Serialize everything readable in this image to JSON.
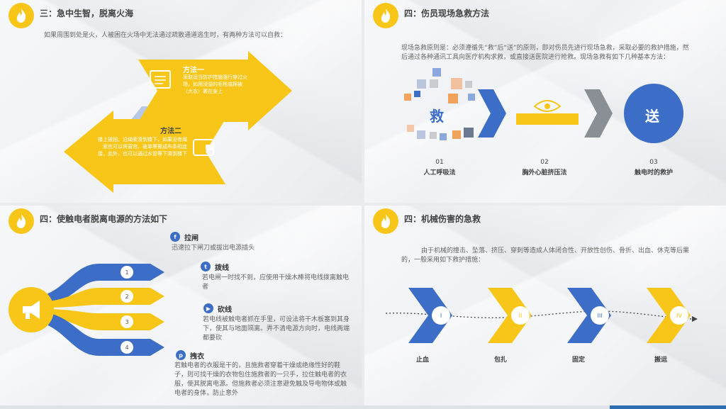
{
  "colors": {
    "yellow": "#f7c619",
    "blue": "#3c6ec7",
    "gray": "#8a8f96"
  },
  "slide1": {
    "title": "三：急中生智，脱离火海",
    "intro": "如果周围到处是火，人被困在火场中无法通过疏散通道逃生时，有两种方法可以自救：",
    "method1": {
      "title": "方法一",
      "text": "采取适当防护措施强行穿过火场，如用浸湿的毛毯或棉被（大衣）裹在身上"
    },
    "method2": {
      "title": "方法二",
      "text": "楼上被困，沿绳索滑到楼下，如果没有绳索也可以将窗帘、被单等撕成布条相连接，此外，也可以通过水管等下滑到楼下"
    }
  },
  "slide2": {
    "title": "四：伤员现场急救方法",
    "intro": "现场急救原则是：必须遵循先“救”后“送”的原则，即对伤员先进行现场急救，采取必要的救护措施，然后通过各种通讯工具向医疗机构求救，或直接送医院进行抢救。现场急救有如下几种基本方法：",
    "rescue_char": "救",
    "send_char": "送",
    "steps": [
      {
        "num": "01",
        "label": "人工呼吸法"
      },
      {
        "num": "02",
        "label": "胸外心脏挤压法"
      },
      {
        "num": "03",
        "label": "触电时的救护"
      }
    ]
  },
  "slide3": {
    "title": "四：使触电者脱离电源的方法如下",
    "numbers": [
      "1",
      "2",
      "3",
      "4"
    ],
    "items": [
      {
        "title": "拉闸",
        "text": "迅速拉下闸刀或拔出电源插头"
      },
      {
        "title": "拨线",
        "text": "若电闸一时找不到，应使用干燥木棒将电线拨离触电者"
      },
      {
        "title": "砍线",
        "text": "若电线被触电者抓在手里，可设法将干木板塞到其身下，使其与地面隔离。弄不清电源方向时，电线两端都要砍"
      },
      {
        "title": "拽衣",
        "text": "若触电者的衣服是干的，且施救者穿着干燥或绝缘性好的鞋子，则可找干燥的衣物包住施救者的一只手，拉住触电者的衣服，使其脱离电源。但施救者必须注意避免触及导电物体或触电者的身体，防止意外"
      }
    ]
  },
  "slide4": {
    "title": "四：机械伤害的急救",
    "intro": "由于机械的撞击、坠落、挤压、穿刺等造成人体闭合性、开放性创伤、骨折、出血、休克等后果的，一般采用如下救护措施：",
    "steps": [
      {
        "roman": "I",
        "label": "止血"
      },
      {
        "roman": "II",
        "label": "包扎"
      },
      {
        "roman": "III",
        "label": "固定"
      },
      {
        "roman": "IV",
        "label": "搬运"
      }
    ]
  }
}
